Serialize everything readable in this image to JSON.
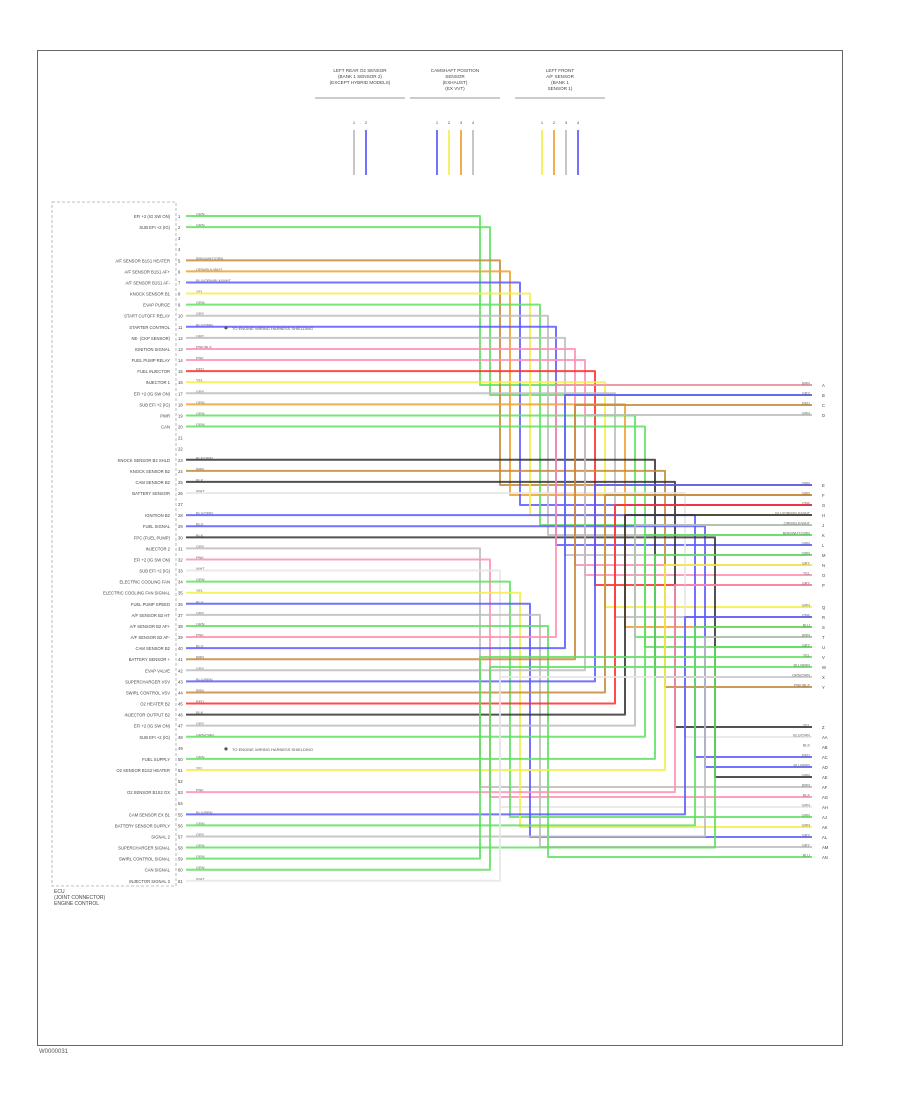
{
  "footer_code": "W0000031",
  "module": {
    "title_lines": [
      "ECU",
      "(JOINT CONNECTOR)",
      "ENGINE CONTROL"
    ],
    "box_left_note": ""
  },
  "top_components": [
    {
      "lines": [
        "LEFT REAR O2 SENSOR",
        "(BANK 1 SENSOR 2)",
        "(EXCEPT HYBRID MODELS)"
      ],
      "pins": [
        "1",
        "2"
      ]
    },
    {
      "lines": [
        "CAMSHAFT POSITION",
        "SENSOR",
        "(EXHAUST)",
        "(EX VVT)"
      ],
      "pins": [
        "1",
        "2",
        "3",
        "4"
      ]
    },
    {
      "lines": [
        "LEFT FRONT",
        "A/F SENSOR",
        "(BANK 1",
        "SENSOR 1)"
      ],
      "pins": [
        "1",
        "2",
        "3",
        "4"
      ]
    }
  ],
  "splice_notes": [
    {
      "text": "TO ENGINE WIRING HARNESS SHIELDING"
    },
    {
      "text": "TO ENGINE WIRING HARNESS SHIELDING"
    }
  ],
  "left_pins": [
    {
      "num": "1",
      "label": "EFI +2 (IG SW ON)",
      "color": "GRN"
    },
    {
      "num": "2",
      "label": "SUB EFI +2 (IG)",
      "color": "GRN"
    },
    {
      "num": "3",
      "label": "",
      "color": ""
    },
    {
      "num": "4",
      "label": "",
      "color": ""
    },
    {
      "num": "5",
      "label": "A/F SENSOR B1S1 HEATER",
      "color": "BRN/WHT/ORN"
    },
    {
      "num": "6",
      "label": "A/F SENSOR B1S1 AF+",
      "color": "ORN/BLK/WHT"
    },
    {
      "num": "7",
      "label": "A/F SENSOR B1S1 AF-",
      "color": "BLU/ORN/BLK/WHT"
    },
    {
      "num": "8",
      "label": "KNOCK SENSOR B1",
      "color": "YEL"
    },
    {
      "num": "9",
      "label": "EVAP PURGE",
      "color": "GRN"
    },
    {
      "num": "10",
      "label": "START CUTOFF RELAY",
      "color": "GRY"
    },
    {
      "num": "11",
      "label": "STARTER CONTROL",
      "color": "BLU/ORN"
    },
    {
      "num": "12",
      "label": "NE- (CKP SENSOR)",
      "color": "GRY"
    },
    {
      "num": "13",
      "label": "IGNITION SIGNAL",
      "color": "PNK/BLK"
    },
    {
      "num": "14",
      "label": "FUEL PUMP RELAY",
      "color": "PNK"
    },
    {
      "num": "15",
      "label": "FUEL INJECTOR",
      "color": "RED"
    },
    {
      "num": "16",
      "label": "INJECTOR 1",
      "color": "YEL"
    },
    {
      "num": "17",
      "label": "EFI +2 (IG SW ON)",
      "color": "GRY"
    },
    {
      "num": "18",
      "label": "SUB EFI +2 (IG)",
      "color": "ORN"
    },
    {
      "num": "19",
      "label": "PWR",
      "color": "GRN"
    },
    {
      "num": "20",
      "label": "CAN",
      "color": "GRN"
    },
    {
      "num": "21",
      "label": "",
      "color": ""
    },
    {
      "num": "22",
      "label": "",
      "color": ""
    },
    {
      "num": "23",
      "label": "KNOCK SENSOR B2 SHLD",
      "color": "BLK/ORN"
    },
    {
      "num": "24",
      "label": "KNOCK SENSOR B2",
      "color": "BRN"
    },
    {
      "num": "25",
      "label": "CAM SENSOR B2",
      "color": "BLK"
    },
    {
      "num": "26",
      "label": "BATTERY SENSOR",
      "color": "WHT"
    },
    {
      "num": "27",
      "label": "",
      "color": ""
    },
    {
      "num": "28",
      "label": "IGNITION B2",
      "color": "BLU/ORN"
    },
    {
      "num": "29",
      "label": "FUEL SIGNAL",
      "color": "BLU"
    },
    {
      "num": "30",
      "label": "FPC (FUEL PUMP)",
      "color": "BLK"
    },
    {
      "num": "31",
      "label": "INJECTOR 2",
      "color": "GRY"
    },
    {
      "num": "32",
      "label": "EFI +2 (IG SW ON)",
      "color": "PNK"
    },
    {
      "num": "33",
      "label": "SUB EFI +2 (IG)",
      "color": "WHT"
    },
    {
      "num": "34",
      "label": "ELECTRIC COOLING FAN",
      "color": "GRN"
    },
    {
      "num": "35",
      "label": "ELECTRIC COOLING FAN SIGNAL",
      "color": "YEL"
    },
    {
      "num": "36",
      "label": "FUEL PUMP SPEED",
      "color": "BLU"
    },
    {
      "num": "37",
      "label": "A/F SENSOR B2 HT",
      "color": "GRY"
    },
    {
      "num": "38",
      "label": "A/F SENSOR B2 AF+",
      "color": "GRN"
    },
    {
      "num": "39",
      "label": "A/F SENSOR B2 AF-",
      "color": "PNK"
    },
    {
      "num": "40",
      "label": "CAM SENSOR B2",
      "color": "BLU"
    },
    {
      "num": "41",
      "label": "BATTERY SENSOR +",
      "color": "BRN"
    },
    {
      "num": "42",
      "label": "EVAP VALVE",
      "color": "GRY"
    },
    {
      "num": "43",
      "label": "SUPERCHARGER VSV",
      "color": "BLU/BRN"
    },
    {
      "num": "44",
      "label": "SWIRL CONTROL VSV",
      "color": "BRN"
    },
    {
      "num": "45",
      "label": "O2 HEATER B2",
      "color": "RED"
    },
    {
      "num": "46",
      "label": "INJECTOR OUTPUT B2",
      "color": "BLK"
    },
    {
      "num": "47",
      "label": "EFI +2 (IG SW ON)",
      "color": "GRY"
    },
    {
      "num": "48",
      "label": "SUB EFI +2 (IG)",
      "color": "GRN/ORN"
    },
    {
      "num": "49",
      "label": "",
      "color": ""
    },
    {
      "num": "50",
      "label": "FUEL SUPPLY",
      "color": "GRN"
    },
    {
      "num": "51",
      "label": "O2 SENSOR B1S2 HEATER",
      "color": "YEL"
    },
    {
      "num": "52",
      "label": "",
      "color": ""
    },
    {
      "num": "53",
      "label": "O2 SENSOR B1S2 OX",
      "color": "PNK"
    },
    {
      "num": "54",
      "label": "",
      "color": ""
    },
    {
      "num": "55",
      "label": "CAM SENSOR EX B1",
      "color": "BLU/BRN"
    },
    {
      "num": "56",
      "label": "BATTERY SENSOR SUPPLY",
      "color": "GRN"
    },
    {
      "num": "57",
      "label": "SIGNAL 2",
      "color": "GRY"
    },
    {
      "num": "58",
      "label": "SUPERCHARGER SIGNAL",
      "color": "GRN"
    },
    {
      "num": "59",
      "label": "SWIRL CONTROL SIGNAL",
      "color": "GRN"
    },
    {
      "num": "60",
      "label": "CAN SIGNAL",
      "color": "GRN"
    },
    {
      "num": "61",
      "label": "INJECTOR SIGNAL 2",
      "color": "WHT"
    }
  ],
  "right_terminals": [
    {
      "num": "A",
      "color": "BRN"
    },
    {
      "num": "B",
      "color": "GRY"
    },
    {
      "num": "C",
      "color": "RED"
    },
    {
      "num": "D",
      "color": "GRN"
    },
    {
      "num": "E",
      "color": "GRN"
    },
    {
      "num": "F",
      "color": "GRN"
    },
    {
      "num": "G",
      "color": "PNK"
    },
    {
      "num": "H",
      "color": "BLU/ORN/BLK/WHT"
    },
    {
      "num": "J",
      "color": "ORN/BLK/WHT"
    },
    {
      "num": "K",
      "color": "BRN/WHT/ORN"
    },
    {
      "num": "L",
      "color": "GRN"
    },
    {
      "num": "M",
      "color": "GRN"
    },
    {
      "num": "N",
      "color": "GRY"
    },
    {
      "num": "O",
      "color": "YEL"
    },
    {
      "num": "P",
      "color": "GRY"
    },
    {
      "num": "Q",
      "color": "GRN"
    },
    {
      "num": "R",
      "color": "PNK"
    },
    {
      "num": "S",
      "color": "BLU"
    },
    {
      "num": "T",
      "color": "BRN"
    },
    {
      "num": "U",
      "color": "GRY"
    },
    {
      "num": "V",
      "color": "YEL"
    },
    {
      "num": "W",
      "color": "BLU/BRN"
    },
    {
      "num": "X",
      "color": "GRN/ORN"
    },
    {
      "num": "Y",
      "color": "PNK/BLK"
    },
    {
      "num": "Z",
      "color": "YEL"
    },
    {
      "num": "AA",
      "color": "BLU/ORN"
    },
    {
      "num": "AB",
      "color": "BLK"
    },
    {
      "num": "AC",
      "color": "RED"
    },
    {
      "num": "AD",
      "color": "BLU/BRN"
    },
    {
      "num": "AE",
      "color": "GRN"
    },
    {
      "num": "AF",
      "color": "BRN"
    },
    {
      "num": "AG",
      "color": "BLK"
    },
    {
      "num": "AH",
      "color": "GRN"
    },
    {
      "num": "AJ",
      "color": "GRN"
    },
    {
      "num": "AK",
      "color": "GRN"
    },
    {
      "num": "AL",
      "color": "GRY"
    },
    {
      "num": "AM",
      "color": "GRY"
    },
    {
      "num": "AN",
      "color": "BLU"
    }
  ],
  "wire_colors": {
    "GRN": "#5fe05f",
    "ORN": "#f0a030",
    "BRN": "#c58a3a",
    "BLU": "#5a5aff",
    "YEL": "#f3ef4a",
    "GRY": "#bdbdbd",
    "PNK": "#ff8fb0",
    "RED": "#ff2b2b",
    "BLK": "#333333",
    "WHT": "#e6e6e6"
  }
}
